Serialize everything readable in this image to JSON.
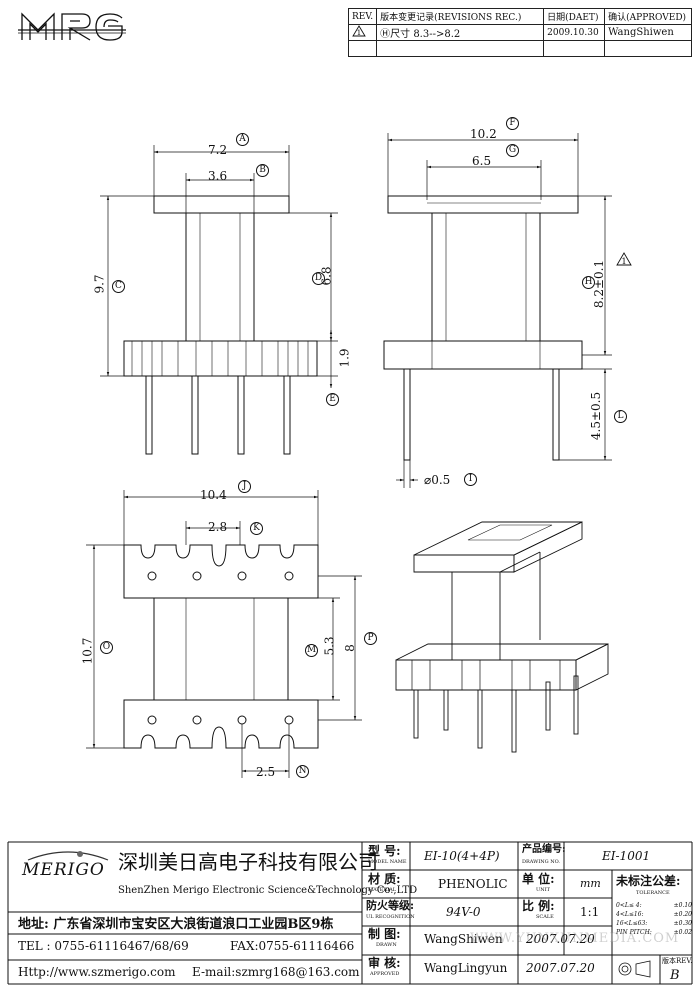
{
  "logo": "MRG",
  "revisions": {
    "headers": [
      "REV.",
      "版本变更记录(REVISIONS REC.)",
      "日期(DAET)",
      "确认(APPROVED)"
    ],
    "rows": [
      {
        "rev_mark": "1",
        "desc": "Ⓗ尺寸   8.3-->8.2",
        "date": "2009.10.30",
        "approved": "WangShiwen"
      },
      {
        "rev_mark": "",
        "desc": "",
        "date": "",
        "approved": ""
      }
    ]
  },
  "dimensions": {
    "A": {
      "value": "7.2",
      "mark": "A"
    },
    "B": {
      "value": "3.6",
      "mark": "B"
    },
    "C": {
      "value": "9.7",
      "mark": "C"
    },
    "D": {
      "value": "6.8",
      "mark": "D"
    },
    "E": {
      "value": "1.9",
      "mark": "E"
    },
    "F": {
      "value": "10.2",
      "mark": "F"
    },
    "G": {
      "value": "6.5",
      "mark": "G"
    },
    "H": {
      "value": "8.2±0.1",
      "mark": "H"
    },
    "I": {
      "value": "⌀0.5",
      "mark": "I"
    },
    "J": {
      "value": "10.4",
      "mark": "J"
    },
    "K": {
      "value": "2.8",
      "mark": "K"
    },
    "L": {
      "value": "4.5±0.5",
      "mark": "L"
    },
    "M": {
      "value": "5.3",
      "mark": "M"
    },
    "N": {
      "value": "2.5",
      "mark": "N"
    },
    "O": {
      "value": "10.7",
      "mark": "O"
    },
    "P": {
      "value": "8",
      "mark": "P"
    }
  },
  "rev_marker_symbol": "1",
  "title_block": {
    "brand": "MERIGO",
    "company_cn": "深圳美日高电子科技有限公司",
    "company_en": "ShenZhen Merigo Electronic Science&Technology Co.,LTD",
    "address": "地址:  广东省深圳市宝安区大浪街道浪口工业园B区9栋",
    "tel": "TEL : 0755-61116467/68/69",
    "fax": "FAX:0755-61116466",
    "web": "Http://www.szmerigo.com",
    "email": "E-mail:szmrg168@163.com",
    "model_label_cn": "型  号:",
    "model_label_en": "MODEL NAME",
    "model_value": "EI-10(4+4P)",
    "drawing_label_cn": "产品编号:",
    "drawing_label_en": "DRAWING NO.",
    "drawing_value": "EI-1001",
    "material_label_cn": "材  质:",
    "material_label_en": "MATERIAL",
    "material_value": "PHENOLIC",
    "unit_label_cn": "单  位:",
    "unit_label_en": "UNIT",
    "unit_value": "mm",
    "tol_label_cn": "未标注公差:",
    "tol_label_en": "TOLERANCE",
    "tolerances": [
      {
        "range": "0<L≤ 4:",
        "value": "±0.10"
      },
      {
        "range": "4<L≤16:",
        "value": "±0.20"
      },
      {
        "range": "16<L≤63:",
        "value": "±0.30"
      },
      {
        "range": "PIN PITCH:",
        "value": "±0.02"
      }
    ],
    "fire_label_cn": "防火等级:",
    "fire_label_en": "UL RECOGNITION",
    "fire_value": "94V-0",
    "scale_label_cn": "比  例:",
    "scale_label_en": "SCALE",
    "scale_value": "1:1",
    "drawn_label_cn": "制  图:",
    "drawn_label_en": "DRAWN",
    "drawn_value": "WangShiwen",
    "drawn_date": "2007.07.20",
    "approved_label_cn": "审  核:",
    "approved_label_en": "APPROVED",
    "approved_value": "WangLingyun",
    "approved_date": "2007.07.20",
    "version_label": "版本REV.",
    "version_value": "B"
  },
  "watermark": "WWW.YUNXUNMEDIA.COM"
}
